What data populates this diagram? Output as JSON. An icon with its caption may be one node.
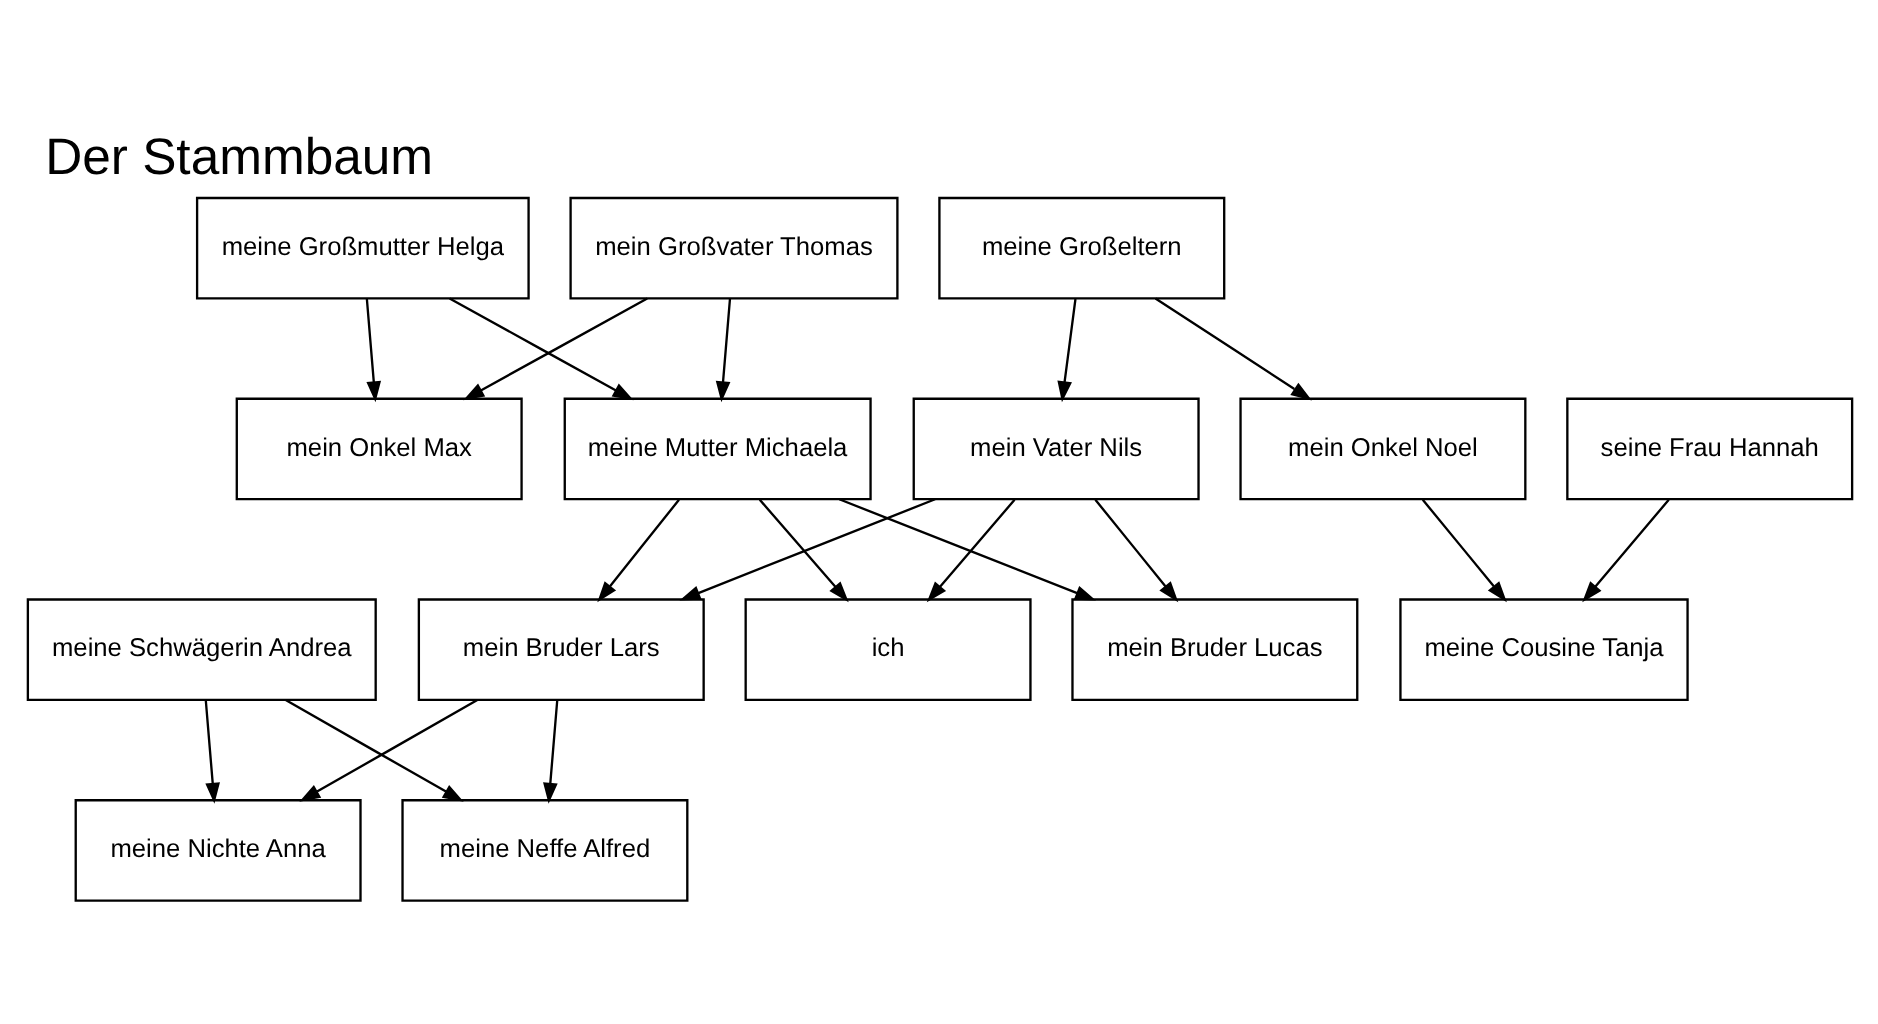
{
  "diagram": {
    "title": "Der Stammbaum",
    "nodes": [
      {
        "text": [
          "meine Großmutter Helga"
        ]
      },
      {
        "text": [
          "mein Großvater Thomas"
        ]
      },
      {
        "text": [
          "meine Großeltern"
        ]
      },
      {
        "text": [
          "mein Onkel Max"
        ]
      },
      {
        "text": [
          "meine Mutter Michaela"
        ]
      },
      {
        "text": [
          "mein Vater Nils"
        ]
      },
      {
        "text": [
          "mein Onkel Noel"
        ]
      },
      {
        "text": [
          "seine Frau Hannah"
        ]
      },
      {
        "text": [
          "meine Schwägerin Andrea"
        ]
      },
      {
        "text": [
          "mein Bruder Lars"
        ]
      },
      {
        "text": [
          "ich"
        ]
      },
      {
        "text": [
          "mein Bruder Lucas"
        ]
      },
      {
        "text": [
          "meine Cousine Tanja"
        ]
      },
      {
        "text": [
          "meine Nichte Anna"
        ]
      },
      {
        "text": [
          "meine Neffe Alfred"
        ]
      }
    ],
    "edges": [
      {
        "from": 0,
        "to": 3,
        "arrow": "to"
      },
      {
        "from": 1,
        "to": 3,
        "arrow": "to"
      },
      {
        "from": 0,
        "to": 4,
        "arrow": "to"
      },
      {
        "from": 1,
        "to": 4,
        "arrow": "to"
      },
      {
        "from": 2,
        "to": 5,
        "arrow": "to"
      },
      {
        "from": 2,
        "to": 6,
        "arrow": "to"
      },
      {
        "from": 4,
        "to": 9,
        "arrow": "to"
      },
      {
        "from": 5,
        "to": 9,
        "arrow": "to"
      },
      {
        "from": 4,
        "to": 10,
        "arrow": "to"
      },
      {
        "from": 5,
        "to": 10,
        "arrow": "to"
      },
      {
        "from": 4,
        "to": 11,
        "arrow": "to"
      },
      {
        "from": 5,
        "to": 11,
        "arrow": "to"
      },
      {
        "from": 6,
        "to": 12,
        "arrow": "to"
      },
      {
        "from": 7,
        "to": 12,
        "arrow": "to"
      },
      {
        "from": 8,
        "to": 13,
        "arrow": "to"
      },
      {
        "from": 9,
        "to": 13,
        "arrow": "to"
      },
      {
        "from": 8,
        "to": 14,
        "arrow": "to"
      },
      {
        "from": 9,
        "to": 14,
        "arrow": "to"
      }
    ]
  }
}
